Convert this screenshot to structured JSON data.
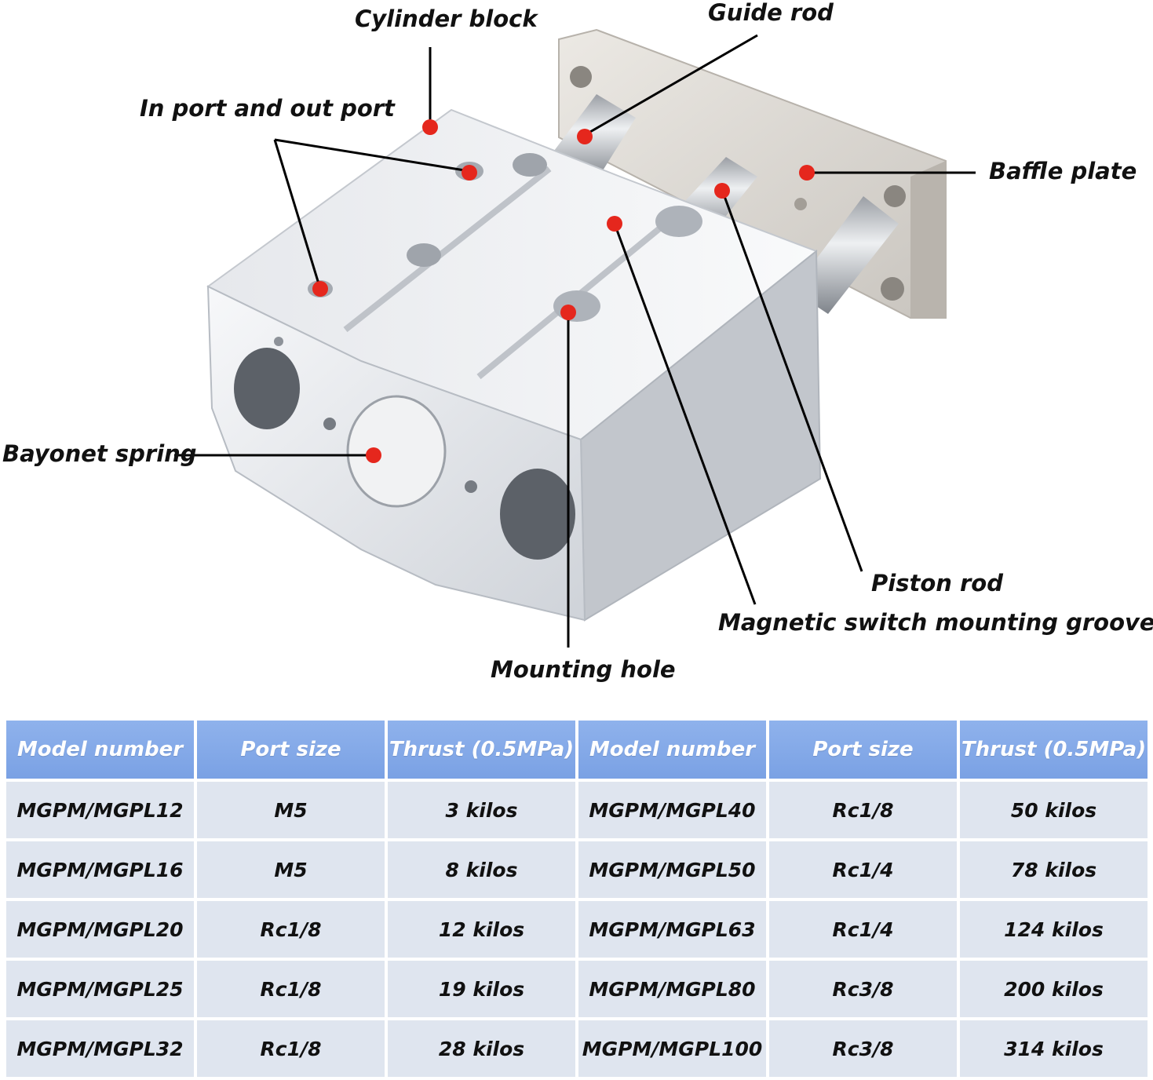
{
  "callouts": {
    "cylinder_block": "Cylinder block",
    "guide_rod": "Guide rod",
    "in_out_port": "In port and out port",
    "baffle_plate": "Baffle plate",
    "bayonet_spring": "Bayonet spring",
    "piston_rod": "Piston rod",
    "magnetic_groove": "Magnetic switch mounting groove",
    "mounting_hole": "Mounting hole"
  },
  "colors": {
    "marker": "#e5271d",
    "header_bg": "#7fa6e8",
    "row_bg": "#dfe5ef"
  },
  "table": {
    "headers": [
      "Model number",
      "Port size",
      "Thrust (0.5MPa)",
      "Model number",
      "Port size",
      "Thrust (0.5MPa)"
    ],
    "rows": [
      [
        "MGPM/MGPL12",
        "M5",
        "3 kilos",
        "MGPM/MGPL40",
        "Rc1/8",
        "50 kilos"
      ],
      [
        "MGPM/MGPL16",
        "M5",
        "8 kilos",
        "MGPM/MGPL50",
        "Rc1/4",
        "78 kilos"
      ],
      [
        "MGPM/MGPL20",
        "Rc1/8",
        "12 kilos",
        "MGPM/MGPL63",
        "Rc1/4",
        "124 kilos"
      ],
      [
        "MGPM/MGPL25",
        "Rc1/8",
        "19 kilos",
        "MGPM/MGPL80",
        "Rc3/8",
        "200 kilos"
      ],
      [
        "MGPM/MGPL32",
        "Rc1/8",
        "28 kilos",
        "MGPM/MGPL100",
        "Rc3/8",
        "314 kilos"
      ]
    ]
  }
}
